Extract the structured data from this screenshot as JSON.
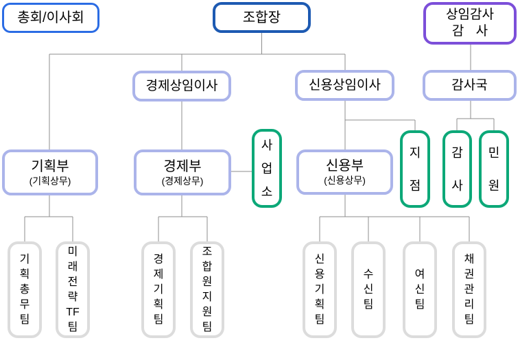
{
  "diagram": {
    "type": "org-chart",
    "language": "ko",
    "colors": {
      "assembly_border": "#2b6ce4",
      "president_border": "#1d5ab2",
      "auditor_border": "#7c4fd9",
      "director_border": "#abb4ea",
      "field_unit_border": "#0ca878",
      "team_border": "#dcdcdc",
      "connector": "#8c8c8c",
      "text": "#000000",
      "background": "#ffffff"
    },
    "nodes": {
      "assembly": {
        "label": "총회/이사회"
      },
      "president": {
        "label": "조합장"
      },
      "standing_auditor": {
        "label_line1": "상임감사",
        "label_line2": "감 사"
      },
      "econ_director": {
        "label": "경제상임이사"
      },
      "credit_director": {
        "label": "신용상임이사"
      },
      "audit_bureau": {
        "label": "감사국"
      },
      "planning_dept": {
        "label": "기획부",
        "sublabel": "(기획상무)"
      },
      "econ_dept": {
        "label": "경제부",
        "sublabel": "(경제상무)"
      },
      "business_office": {
        "label": "사\n업\n소"
      },
      "credit_dept": {
        "label": "신용부",
        "sublabel": "(신용상무)"
      },
      "branch": {
        "label": "지\n점"
      },
      "audit_unit": {
        "label": "감\n사"
      },
      "civil_complaint": {
        "label": "민\n원"
      },
      "team_planning_general": {
        "label": "기\n획\n총\n무\n팀"
      },
      "team_future_strategy": {
        "label": "미\n래\n전\n략\nTF\n팀"
      },
      "team_econ_planning": {
        "label": "경\n제\n기\n획\n팀"
      },
      "team_member_support": {
        "label": "조\n합\n원\n지\n원\n팀"
      },
      "team_credit_planning": {
        "label": "신\n용\n기\n획\n팀"
      },
      "team_deposit": {
        "label": "수\n신\n팀"
      },
      "team_loan": {
        "label": "여\n신\n팀"
      },
      "team_bond_mgmt": {
        "label": "채\n권\n관\n리\n팀"
      }
    }
  }
}
